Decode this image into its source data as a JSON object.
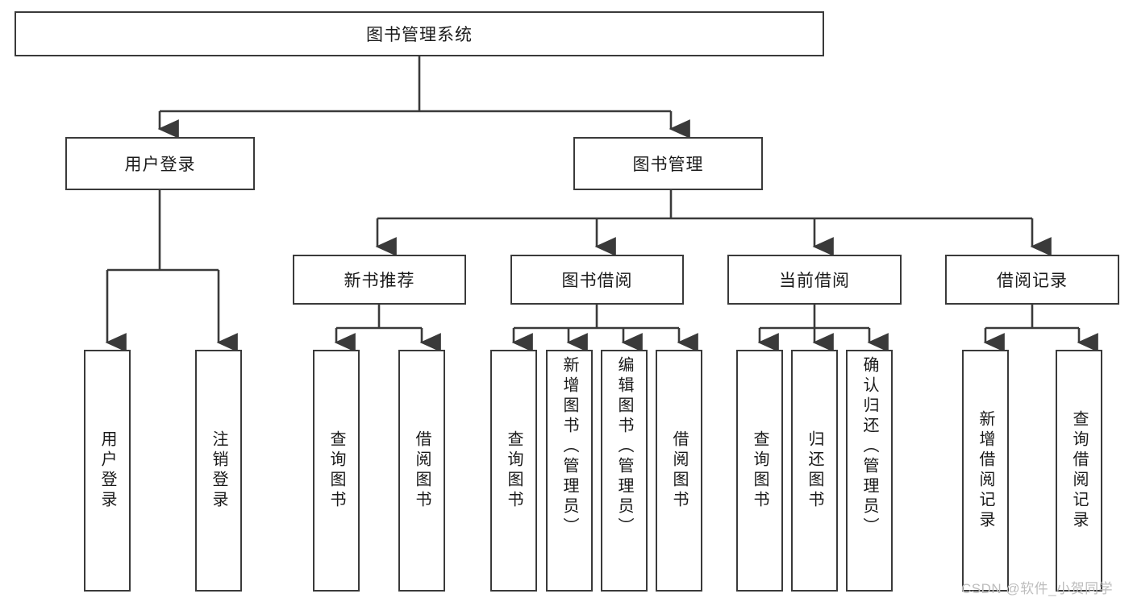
{
  "diagram": {
    "title": "图书管理系统",
    "type": "tree-hierarchy",
    "root": {
      "label": "图书管理系统"
    },
    "level2": [
      {
        "label": "用户登录"
      },
      {
        "label": "图书管理"
      }
    ],
    "level3": [
      {
        "label": "新书推荐"
      },
      {
        "label": "图书借阅"
      },
      {
        "label": "当前借阅"
      },
      {
        "label": "借阅记录"
      }
    ],
    "leaves": {
      "user_login": [
        {
          "label": "用户登录"
        },
        {
          "label": "注销登录"
        }
      ],
      "new_book_recommend": [
        {
          "label": "查询图书"
        },
        {
          "label": "借阅图书"
        }
      ],
      "book_borrow": [
        {
          "label": "查询图书"
        },
        {
          "label": "新增图书（管理员）"
        },
        {
          "label": "编辑图书（管理员）"
        },
        {
          "label": "借阅图书"
        }
      ],
      "current_borrow": [
        {
          "label": "查询图书"
        },
        {
          "label": "归还图书"
        },
        {
          "label": "确认归还（管理员）"
        }
      ],
      "borrow_record": [
        {
          "label": "新增借阅记录"
        },
        {
          "label": "查询借阅记录"
        }
      ]
    }
  },
  "watermark": {
    "text": "CSDN @软件_小贺同学"
  },
  "colors": {
    "stroke": "#3a3a3a",
    "text": "#1a1a1a",
    "background": "#ffffff",
    "watermark": "#bdbdbd"
  }
}
